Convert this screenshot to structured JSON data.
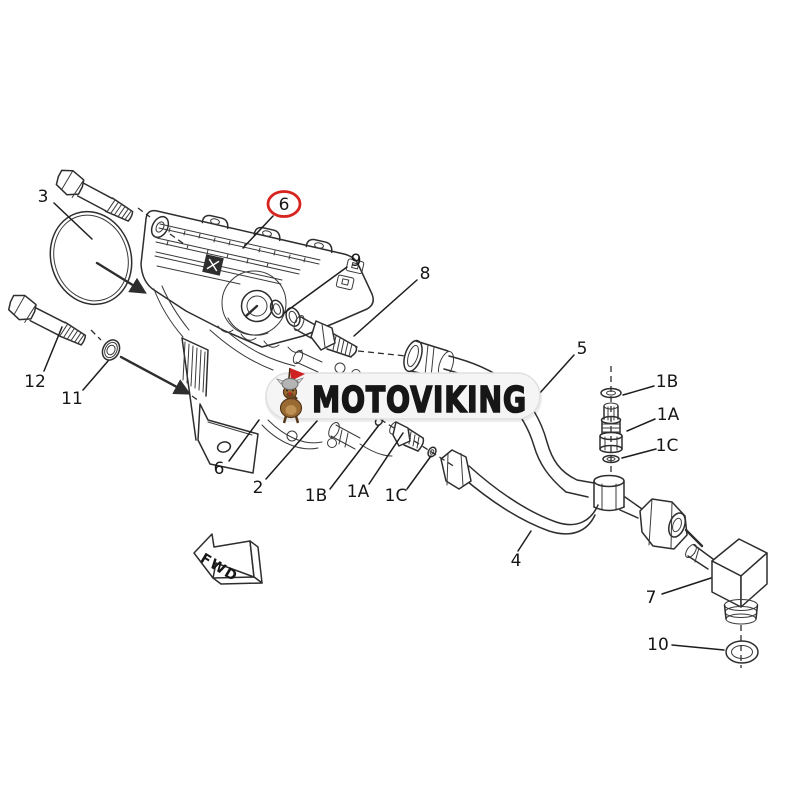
{
  "page": {
    "background": "#ffffff"
  },
  "diagram": {
    "type": "exploded-parts-diagram",
    "line_color": "#2e2e2e",
    "highlight_color": "#d6251f",
    "highlighted_callout": "6",
    "watermark": {
      "brand": "MOTOVIKING",
      "badge_bg": "#f5f5f5",
      "mascot": "viking-dog-with-red-flag",
      "flag_color": "#cf2323"
    },
    "direction_arrow": {
      "label": "FWD"
    },
    "callouts": {
      "n3": "3",
      "n12": "12",
      "n11": "11",
      "n6_top": "6",
      "n9": "9",
      "n8": "8",
      "n5": "5",
      "n1b_right": "1B",
      "n1a_right": "1A",
      "n1c_right": "1C",
      "n6_lower": "6",
      "n2": "2",
      "n1b_lower": "1B",
      "n1a_lower": "1A",
      "n1c_lower": "1C",
      "n4": "4",
      "n7": "7",
      "n10": "10"
    }
  }
}
